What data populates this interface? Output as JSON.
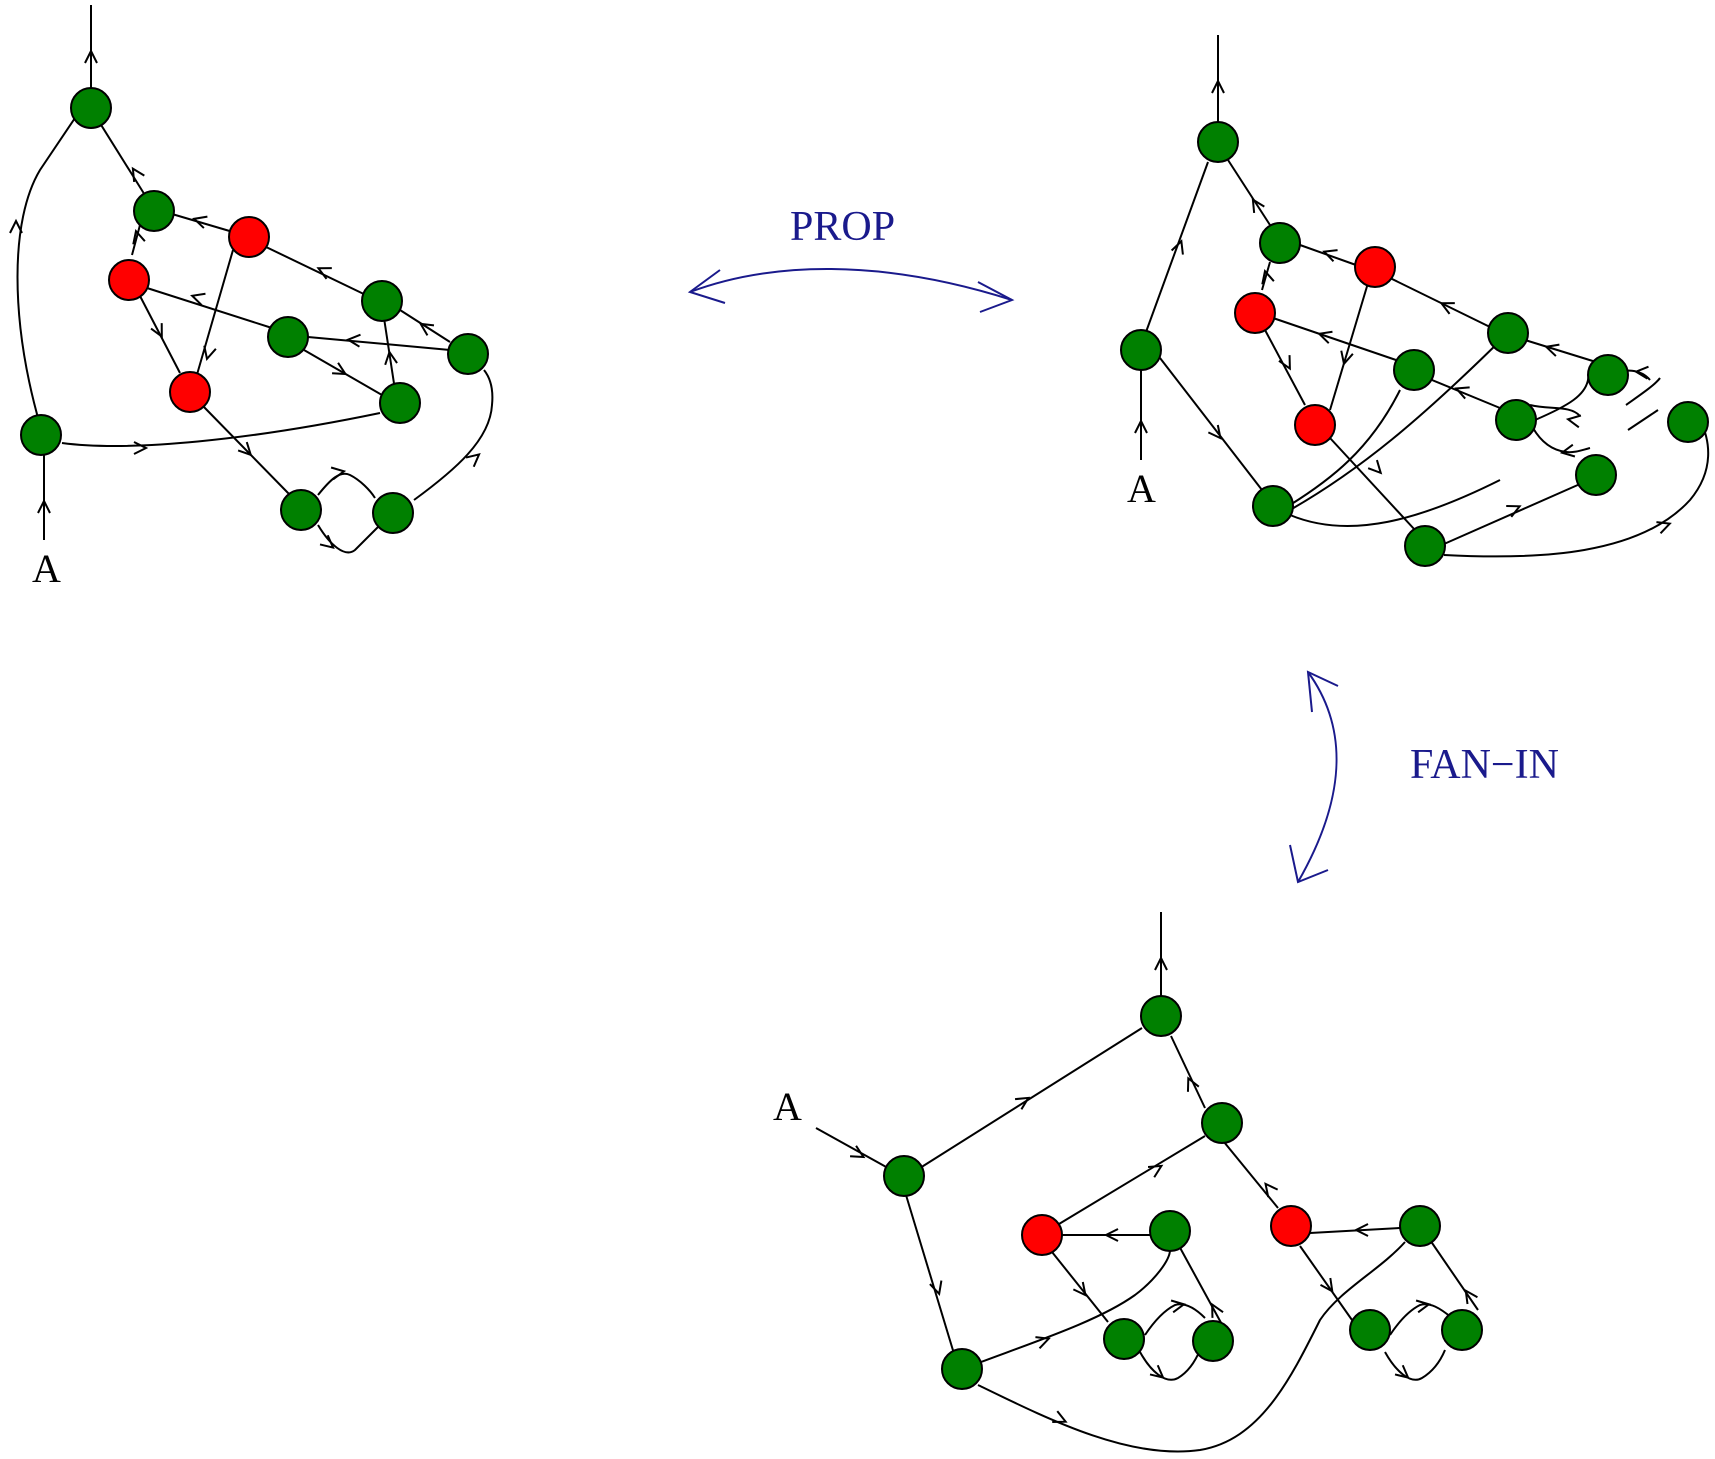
{
  "colors": {
    "green_node": "#008000",
    "red_node": "#ff0000",
    "transition": "#1a1a8c"
  },
  "transitions": [
    {
      "id": "prop",
      "label": "PROP"
    },
    {
      "id": "fanin",
      "label": "FAN−IN"
    }
  ],
  "graphs": [
    {
      "id": "graph-1",
      "input_label": "A"
    },
    {
      "id": "graph-2",
      "input_label": "A"
    },
    {
      "id": "graph-3",
      "input_label": "A"
    }
  ]
}
